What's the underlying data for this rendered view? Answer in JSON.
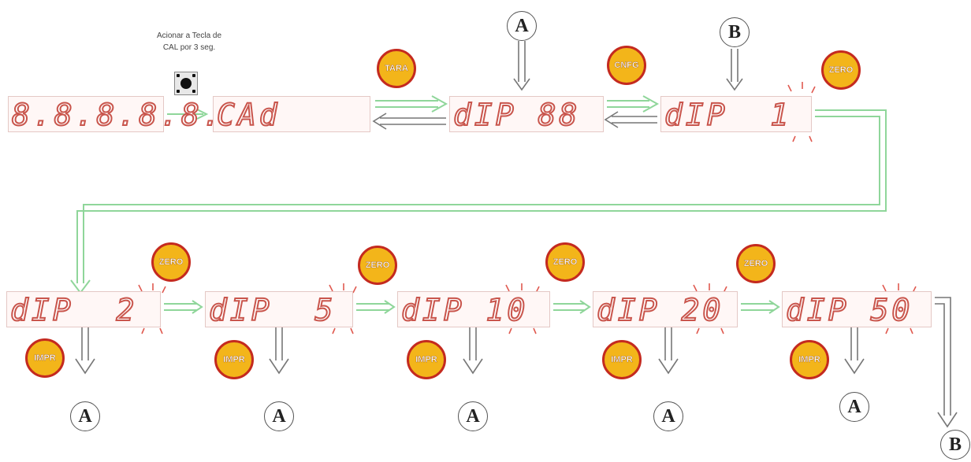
{
  "note": {
    "line1": "Acionar a Tecla de",
    "line2": "CAL por 3 seg."
  },
  "displays": {
    "d1": "8.8.8.8.8.8.",
    "d2": "CAd",
    "d3": "dIP 88",
    "d4": "dIP  1",
    "d5": "dIP  2",
    "d6": "dIP  5",
    "d7": "dIP 10",
    "d8": "dIP 20",
    "d9": "dIP 50"
  },
  "keys": {
    "tara": "TARA",
    "cnfg": "CNFG",
    "zero": "ZERO",
    "impr": "IMPR"
  },
  "nodes": {
    "a": "A",
    "b": "B"
  },
  "colors": {
    "lcd_segment": "#c9554c",
    "key_fill": "#f3b51a",
    "key_border": "#c42a1f",
    "flow_line": "#7fcf8c"
  }
}
